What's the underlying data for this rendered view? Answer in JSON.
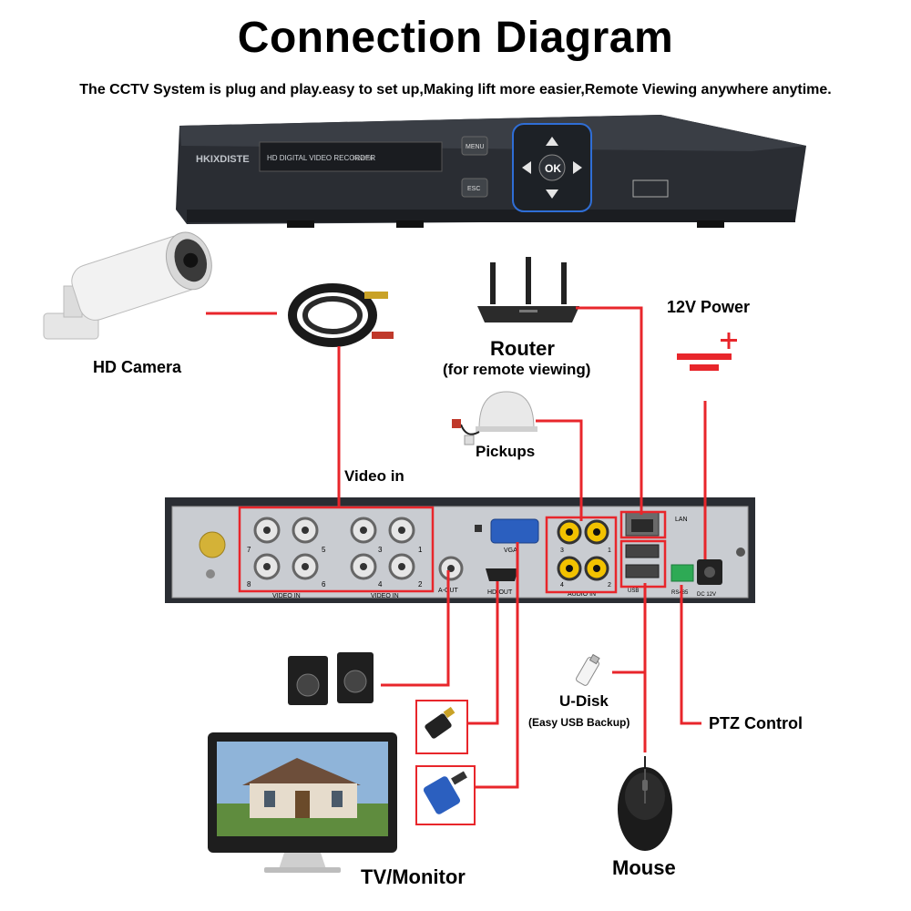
{
  "header": {
    "title": "Connection Diagram",
    "subtitle": "The CCTV System is plug and play.easy to set up,Making lift more easier,Remote Viewing anywhere anytime."
  },
  "dvr_front": {
    "brand": "HKIXDISTE",
    "display_text": "HD DIGITAL VIDEO RECORDER",
    "power_label": "POWER",
    "menu_label": "MENU",
    "esc_label": "ESC",
    "ok_label": "OK"
  },
  "labels": {
    "hd_camera": "HD Camera",
    "router": "Router",
    "router_sub": "(for remote viewing)",
    "power": "12V Power",
    "pickups": "Pickups",
    "video_in": "Video in",
    "udisk": "U-Disk",
    "udisk_sub": "(Easy USB Backup)",
    "ptz": "PTZ Control",
    "mouse": "Mouse",
    "monitor": "TV/Monitor"
  },
  "dvr_back": {
    "video_in_label": "VIDEO IN",
    "bnc_left": [
      "7",
      "5",
      "8",
      "6"
    ],
    "bnc_right": [
      "3",
      "1",
      "4",
      "2"
    ],
    "aout_label": "A-OUT",
    "vga_label": "VGA",
    "hdout_label": "HD-OUT",
    "audio_in_label": "AUDIO IN",
    "audio_nums": [
      "3",
      "1",
      "4",
      "2"
    ],
    "lan_label": "LAN",
    "usb_label": "USB",
    "rs485_label": "RS485",
    "dc_label": "DC 12V"
  },
  "colors": {
    "line": "#e8262b",
    "dvr_body": "#2a2d33",
    "panel": "#c9ccd1"
  }
}
